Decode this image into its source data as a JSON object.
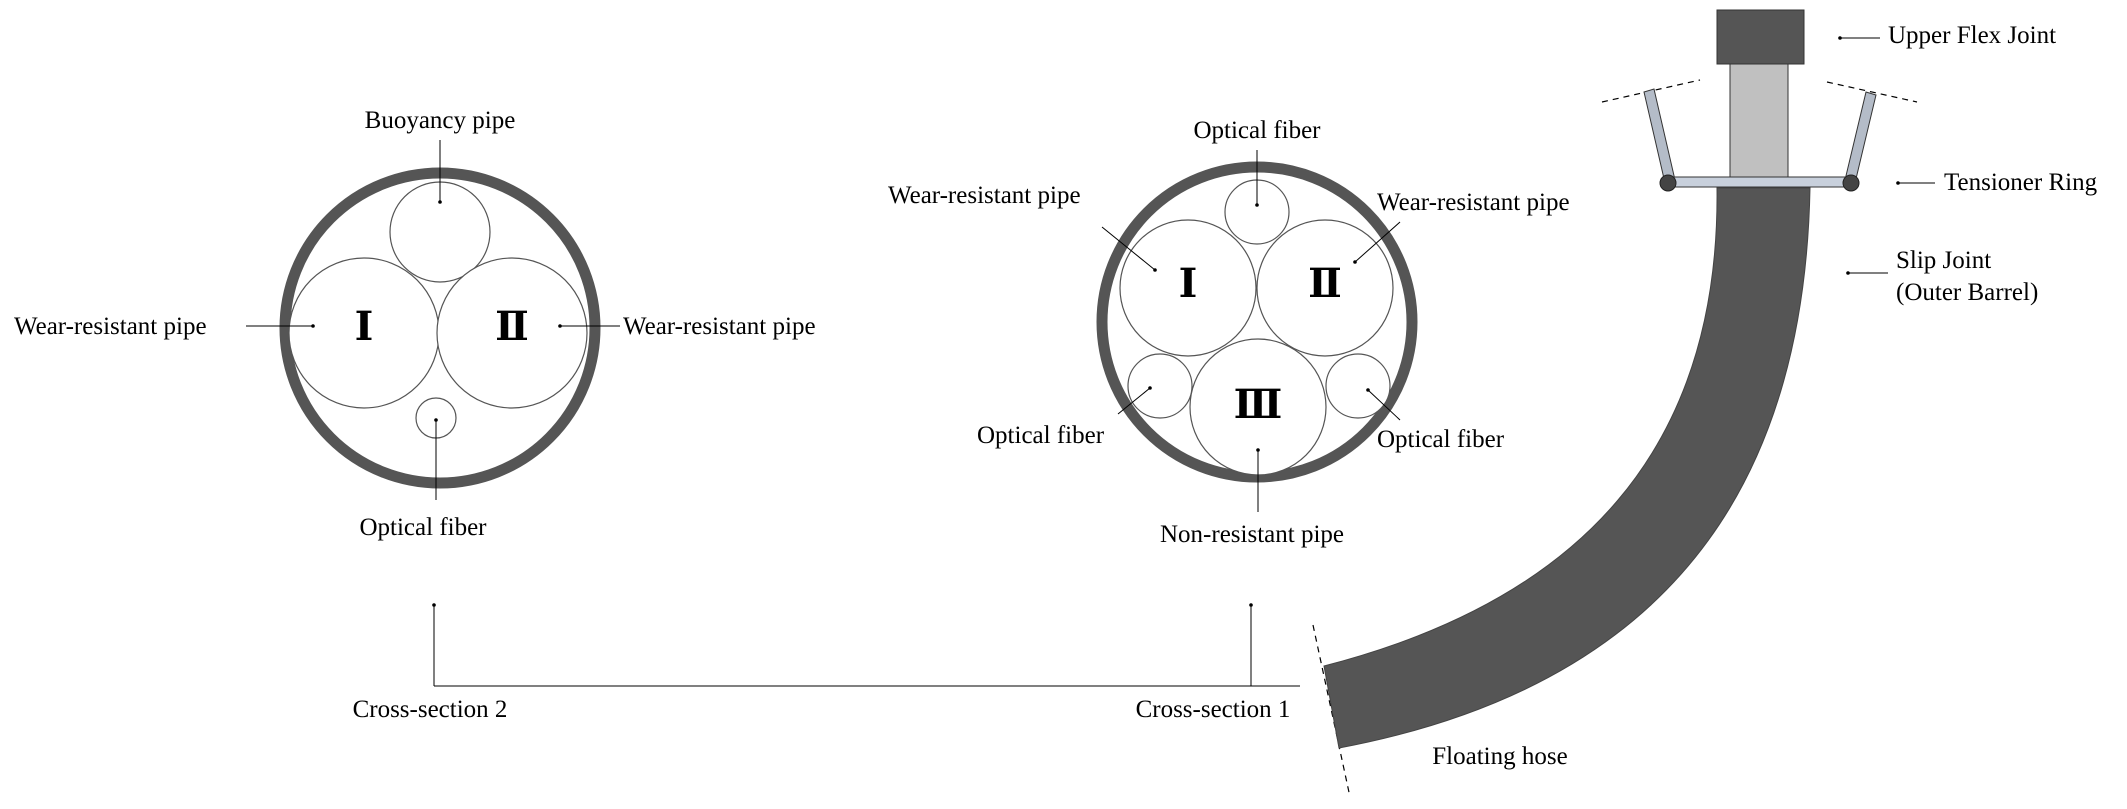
{
  "colors": {
    "hose": "#555555",
    "ring_outline": "#555555",
    "flex_joint": "#555555",
    "slip_joint_inner": "#c0c0c0",
    "tensioner_arm": "#b4bcc8",
    "tensioner_ring": "#c8d0dc"
  },
  "cross_section_2": {
    "label": "Cross-section 2",
    "pipes": {
      "buoyancy": "Buoyancy pipe",
      "wear_left": "Wear-resistant pipe",
      "wear_right": "Wear-resistant pipe",
      "optical": "Optical fiber"
    },
    "roman": {
      "one": "Ⅰ",
      "two": "Ⅱ"
    }
  },
  "cross_section_1": {
    "label": "Cross-section 1",
    "pipes": {
      "optical_top": "Optical fiber",
      "wear_left": "Wear-resistant pipe",
      "wear_right": "Wear-resistant pipe",
      "optical_left": "Optical fiber",
      "optical_right": "Optical fiber",
      "non_resistant": "Non-resistant pipe"
    },
    "roman": {
      "one": "Ⅰ",
      "two": "Ⅱ",
      "three": "Ⅲ"
    }
  },
  "riser": {
    "upper_flex_joint": "Upper Flex Joint",
    "tensioner_ring": "Tensioner Ring",
    "slip_joint_line1": "Slip Joint",
    "slip_joint_line2": "(Outer Barrel)",
    "floating_hose": "Floating hose"
  }
}
